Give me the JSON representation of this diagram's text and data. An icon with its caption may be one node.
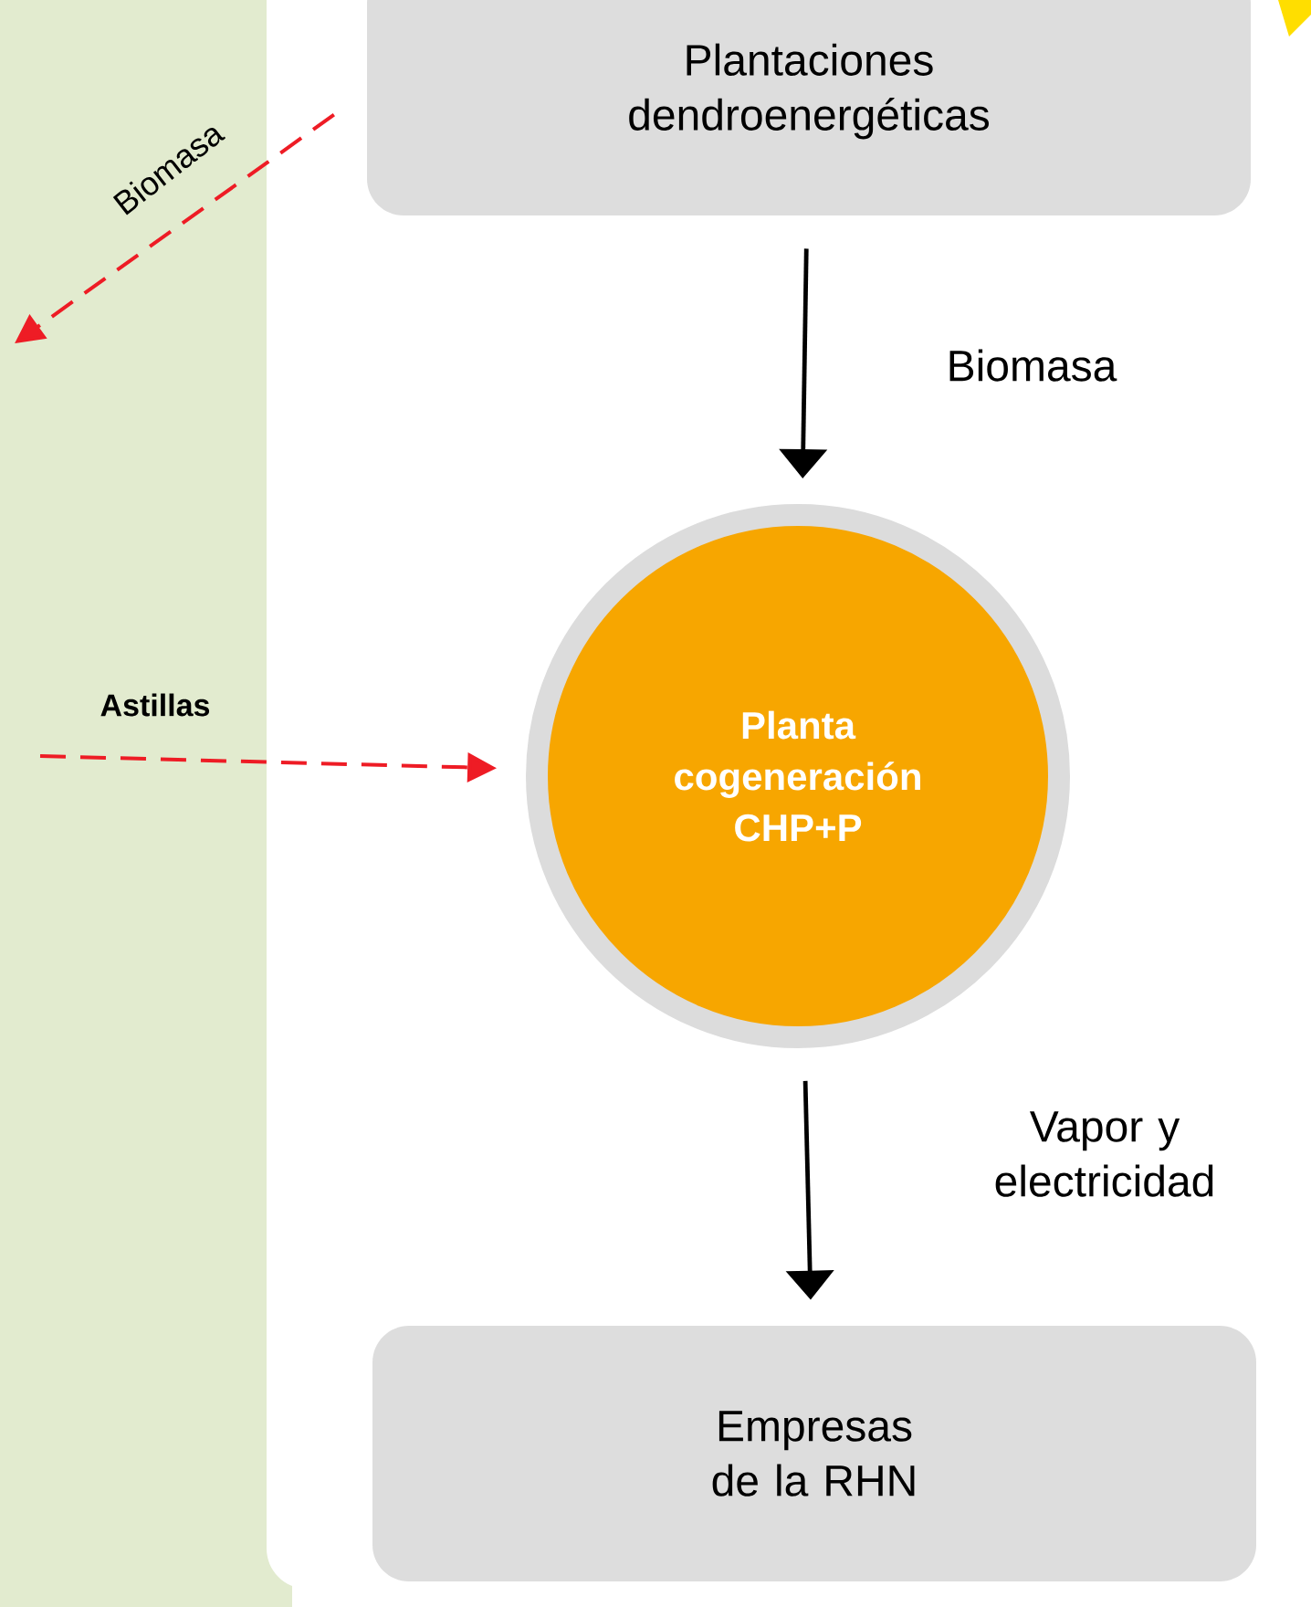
{
  "diagram": {
    "nodes": [
      {
        "text": [
          "Plantaciones dendroenergéticas"
        ]
      },
      {
        "text": [
          "Planta cogeneración CHP+P"
        ]
      },
      {
        "text": [
          "Empresas de la RHN"
        ]
      }
    ],
    "edges": [
      {
        "from": 0,
        "to": 1,
        "arrow": "to",
        "label": "Biomasa"
      },
      {
        "from": 1,
        "to": 2,
        "arrow": "to",
        "label": "Vapor y electricidad"
      },
      {
        "from": 0,
        "to": null,
        "arrow": "to",
        "label": "Biomasa",
        "style": "dashed",
        "color": "#ee1c25"
      },
      {
        "from": null,
        "to": 1,
        "arrow": "to",
        "label": "Astillas",
        "style": "dashed",
        "color": "#ee1c25"
      }
    ]
  }
}
